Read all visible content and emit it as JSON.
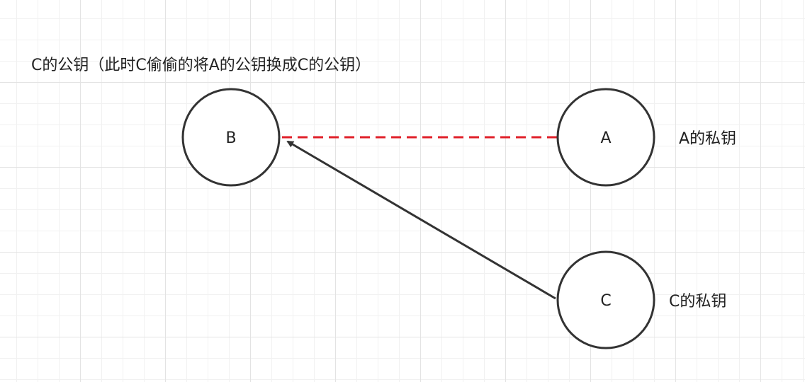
{
  "nodes": {
    "b": {
      "label": "B"
    },
    "a": {
      "label": "A"
    },
    "c": {
      "label": "C"
    }
  },
  "captions": {
    "top": "C的公钥（此时C偷偷的将A的公钥换成C的公钥）",
    "a_key": "A的私钥",
    "c_key": "C的私钥"
  },
  "colors": {
    "dashed_link": "#e0202a",
    "arrow": "#333333",
    "node_stroke": "#333333"
  }
}
